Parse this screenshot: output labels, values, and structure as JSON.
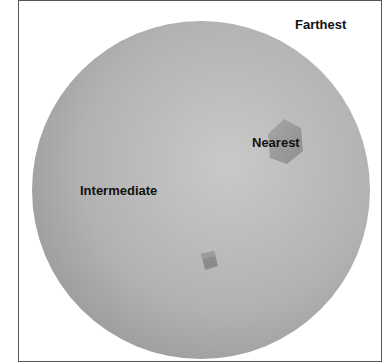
{
  "diagram": {
    "labels": [
      "Farthest",
      "Nearest",
      "Intermediate"
    ]
  }
}
